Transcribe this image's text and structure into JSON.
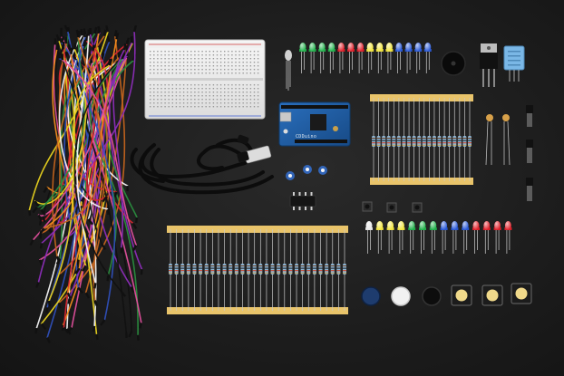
{
  "photo": {
    "subject": "electronics-starter-kit-flatlay"
  },
  "board": {
    "label": "CDDuino"
  },
  "colors": {
    "background": "#1c1c1c",
    "board_blue": "#1f5fa6",
    "tape": "#e9c46a",
    "resistor_body": "#8fb8d8",
    "breadboard": "#eeeeee",
    "led_red": "#e0202a",
    "led_green": "#22b14c",
    "led_yellow": "#f2e640",
    "led_blue": "#2a59d6"
  },
  "led_top_row": [
    "green",
    "green",
    "green",
    "green",
    "red",
    "red",
    "red",
    "yellow",
    "yellow",
    "yellow",
    "blue",
    "blue",
    "blue",
    "blue"
  ],
  "led_bottom_row": [
    "clear",
    "yellow",
    "yellow",
    "yellow",
    "green",
    "green",
    "green",
    "blue",
    "blue",
    "blue",
    "red",
    "red",
    "red",
    "red"
  ],
  "button_caps": [
    "#1e3c6e",
    "#f1f1f1",
    "#101010"
  ],
  "tactile_switches": 3,
  "wire_colors": [
    "#d7262f",
    "#f28c1e",
    "#2a8c3e",
    "#2f4fb8",
    "#f2f2f2",
    "#111111",
    "#e8d21f",
    "#c4641d",
    "#8c2db8",
    "#e04f9c"
  ]
}
